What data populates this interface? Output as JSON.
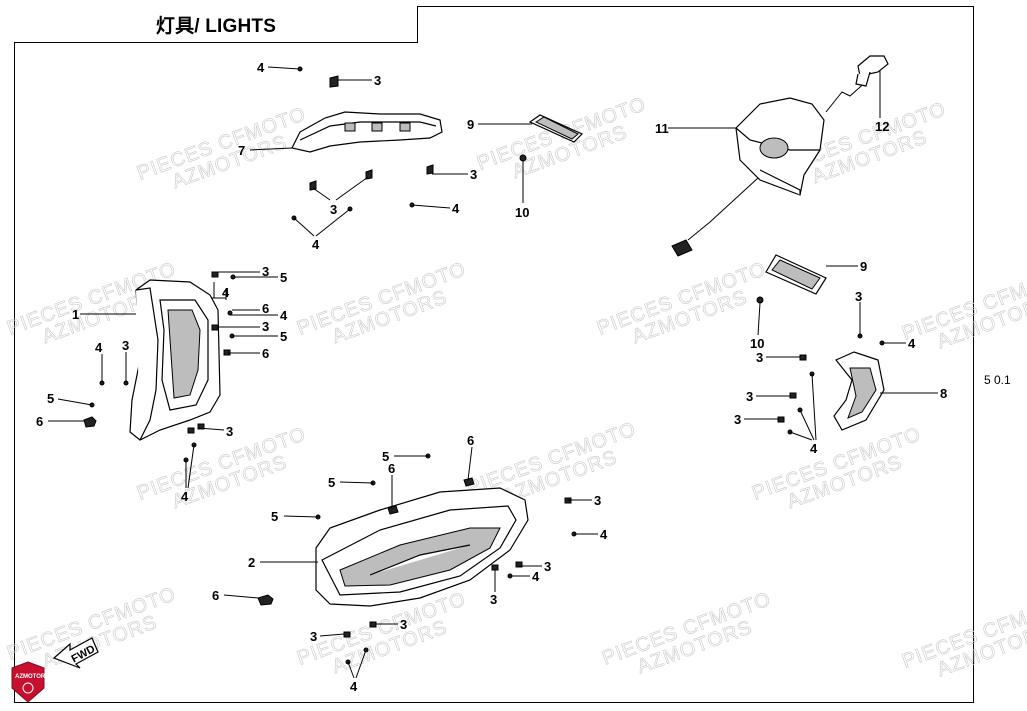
{
  "title": "灯具/ LIGHTS",
  "side_note": "5 0.1",
  "fwd_label": "FWD",
  "logo_text": "AZMOTORS",
  "watermark_line1": "PIECES CFMOTO",
  "watermark_line2": "AZMOTORS",
  "callouts": [
    "1",
    "2",
    "3",
    "4",
    "5",
    "6",
    "7",
    "8",
    "9",
    "10",
    "11",
    "12"
  ],
  "colors": {
    "logo_red": "#c8102e",
    "watermark": "#c9c9c9",
    "line": "#000000"
  }
}
